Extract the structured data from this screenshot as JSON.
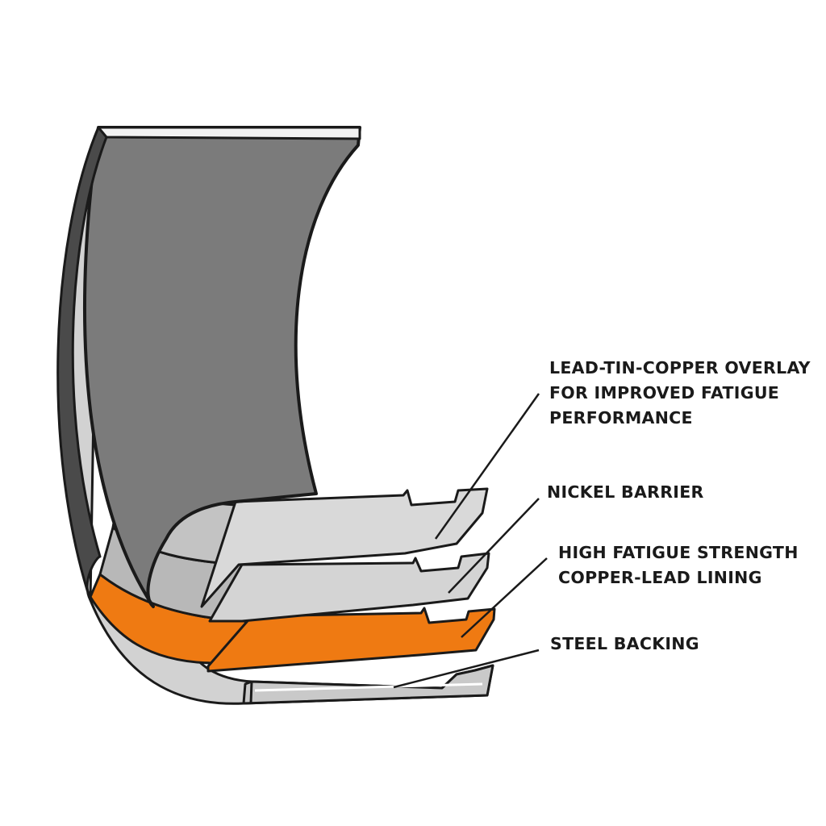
{
  "labels": {
    "overlay": {
      "line1": "LEAD-TIN-COPPER OVERLAY",
      "line2": "FOR IMPROVED FATIGUE",
      "line3": "PERFORMANCE"
    },
    "nickel": {
      "line1": "NICKEL BARRIER"
    },
    "lining": {
      "line1": "HIGH FATIGUE STRENGTH",
      "line2": "COPPER-LEAD LINING"
    },
    "steel": {
      "line1": "STEEL BACKING"
    }
  },
  "colors": {
    "overlay_inner_surface": "#7b7b7b",
    "lining_copper_lead": "#ef7a12",
    "steel_and_layers": "#d2d2d2",
    "outline": "#1a1a1a",
    "background": "#ffffff"
  }
}
